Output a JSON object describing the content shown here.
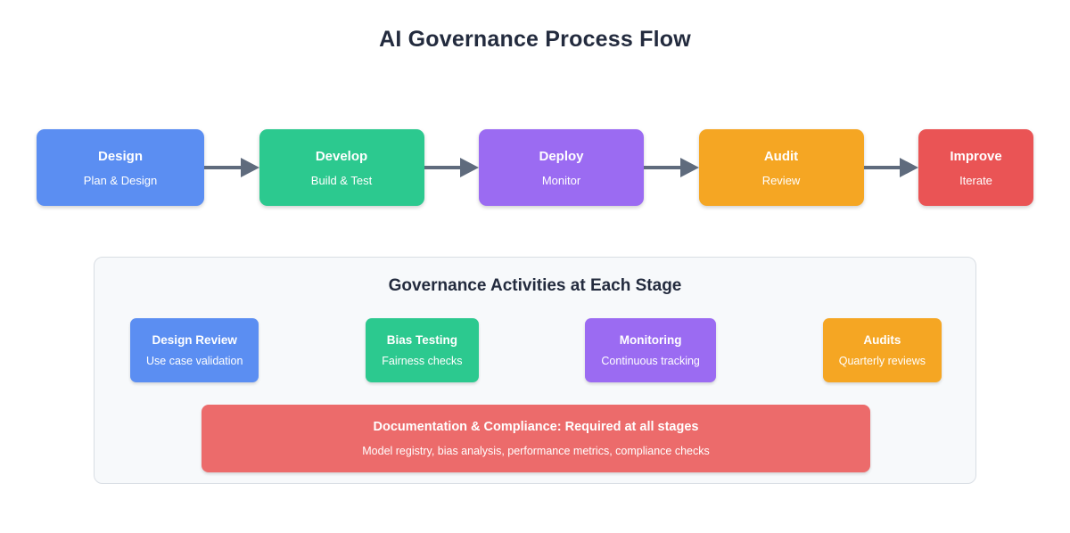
{
  "title": "AI Governance Process Flow",
  "colors": {
    "blue": "#5b8ef2",
    "green": "#2cc98f",
    "purple": "#9b6bf2",
    "orange": "#f5a623",
    "red": "#ea5455",
    "banner_red": "#ec6b6b",
    "arrow": "#5f6b7d",
    "panel_bg": "#f7f9fb",
    "panel_border": "#d9dee4",
    "heading_text": "#232b3e"
  },
  "flow": {
    "stages": [
      {
        "title": "Design",
        "subtitle": "Plan & Design",
        "color": "#5b8ef2",
        "width": 188
      },
      {
        "title": "Develop",
        "subtitle": "Build & Test",
        "color": "#2cc98f",
        "width": 185
      },
      {
        "title": "Deploy",
        "subtitle": "Monitor",
        "color": "#9b6bf2",
        "width": 185
      },
      {
        "title": "Audit",
        "subtitle": "Review",
        "color": "#f5a623",
        "width": 185
      },
      {
        "title": "Improve",
        "subtitle": "Iterate",
        "color": "#ea5455",
        "width": 129
      }
    ],
    "connector_icon": "arrow-right-icon"
  },
  "panel": {
    "heading": "Governance Activities at Each Stage",
    "activities": [
      {
        "title": "Design Review",
        "subtitle": "Use case validation",
        "color": "#5b8ef2"
      },
      {
        "title": "Bias Testing",
        "subtitle": "Fairness checks",
        "color": "#2cc98f"
      },
      {
        "title": "Monitoring",
        "subtitle": "Continuous tracking",
        "color": "#9b6bf2"
      },
      {
        "title": "Audits",
        "subtitle": "Quarterly reviews",
        "color": "#f5a623"
      }
    ],
    "banner": {
      "title": "Documentation & Compliance: Required at all stages",
      "subtitle": "Model registry, bias analysis, performance metrics, compliance checks",
      "color": "#ec6b6b"
    }
  }
}
